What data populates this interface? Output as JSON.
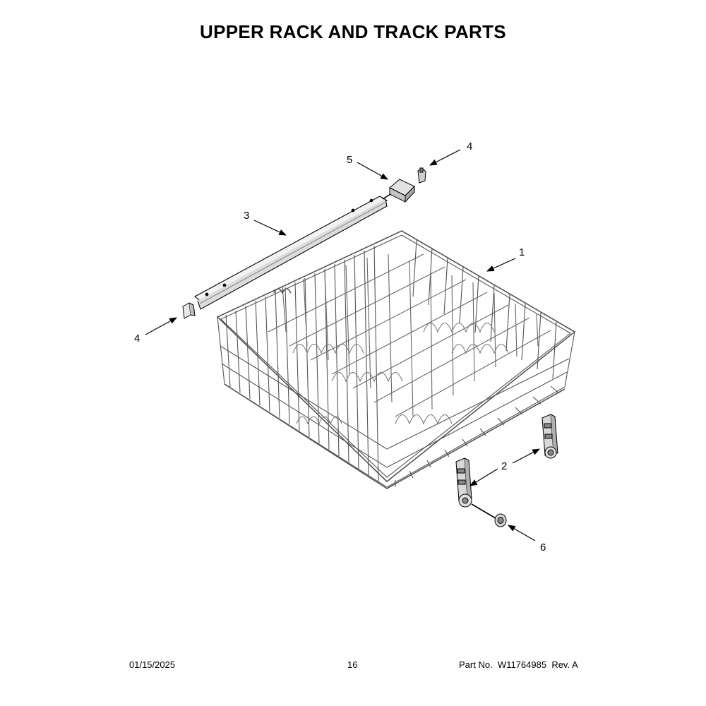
{
  "title": "UPPER RACK AND TRACK PARTS",
  "callouts": {
    "c1": "1",
    "c2": "2",
    "c3": "3",
    "c4_top": "4",
    "c4_left": "4",
    "c5": "5",
    "c6": "6"
  },
  "footer": {
    "date": "01/15/2025",
    "page": "16",
    "part_label": "Part No.",
    "part_number": "W11764985",
    "rev": "Rev. A"
  },
  "colors": {
    "line": "#000000",
    "part_fill": "#d9d9d9",
    "wire": "#555555"
  }
}
